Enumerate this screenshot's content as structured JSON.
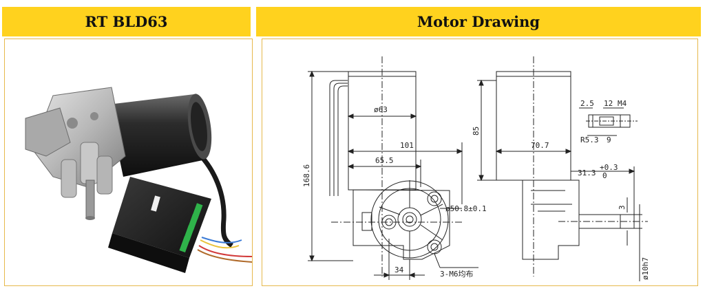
{
  "header": {
    "left_title": "RT BLD63",
    "right_title": "Motor Drawing"
  },
  "dimensions": {
    "d63": "ø63",
    "d101": "101",
    "d65": "65.5",
    "d168": "168.6",
    "d34": "34",
    "d508": "ø50.8±0.1",
    "m6": "3-M6均布",
    "d85": "85",
    "d707": "70.7",
    "d313": "31.3",
    "tol_plus": "+0.3",
    "tol_zero": "0",
    "d3": "3",
    "d10": "ø10h7",
    "d25": "2.5",
    "d12": "12",
    "m4": "M4",
    "r53": "R5.3",
    "d9": "9"
  },
  "colors": {
    "header_bg": "#FFD21E",
    "panel_border": "#E6B84A"
  }
}
